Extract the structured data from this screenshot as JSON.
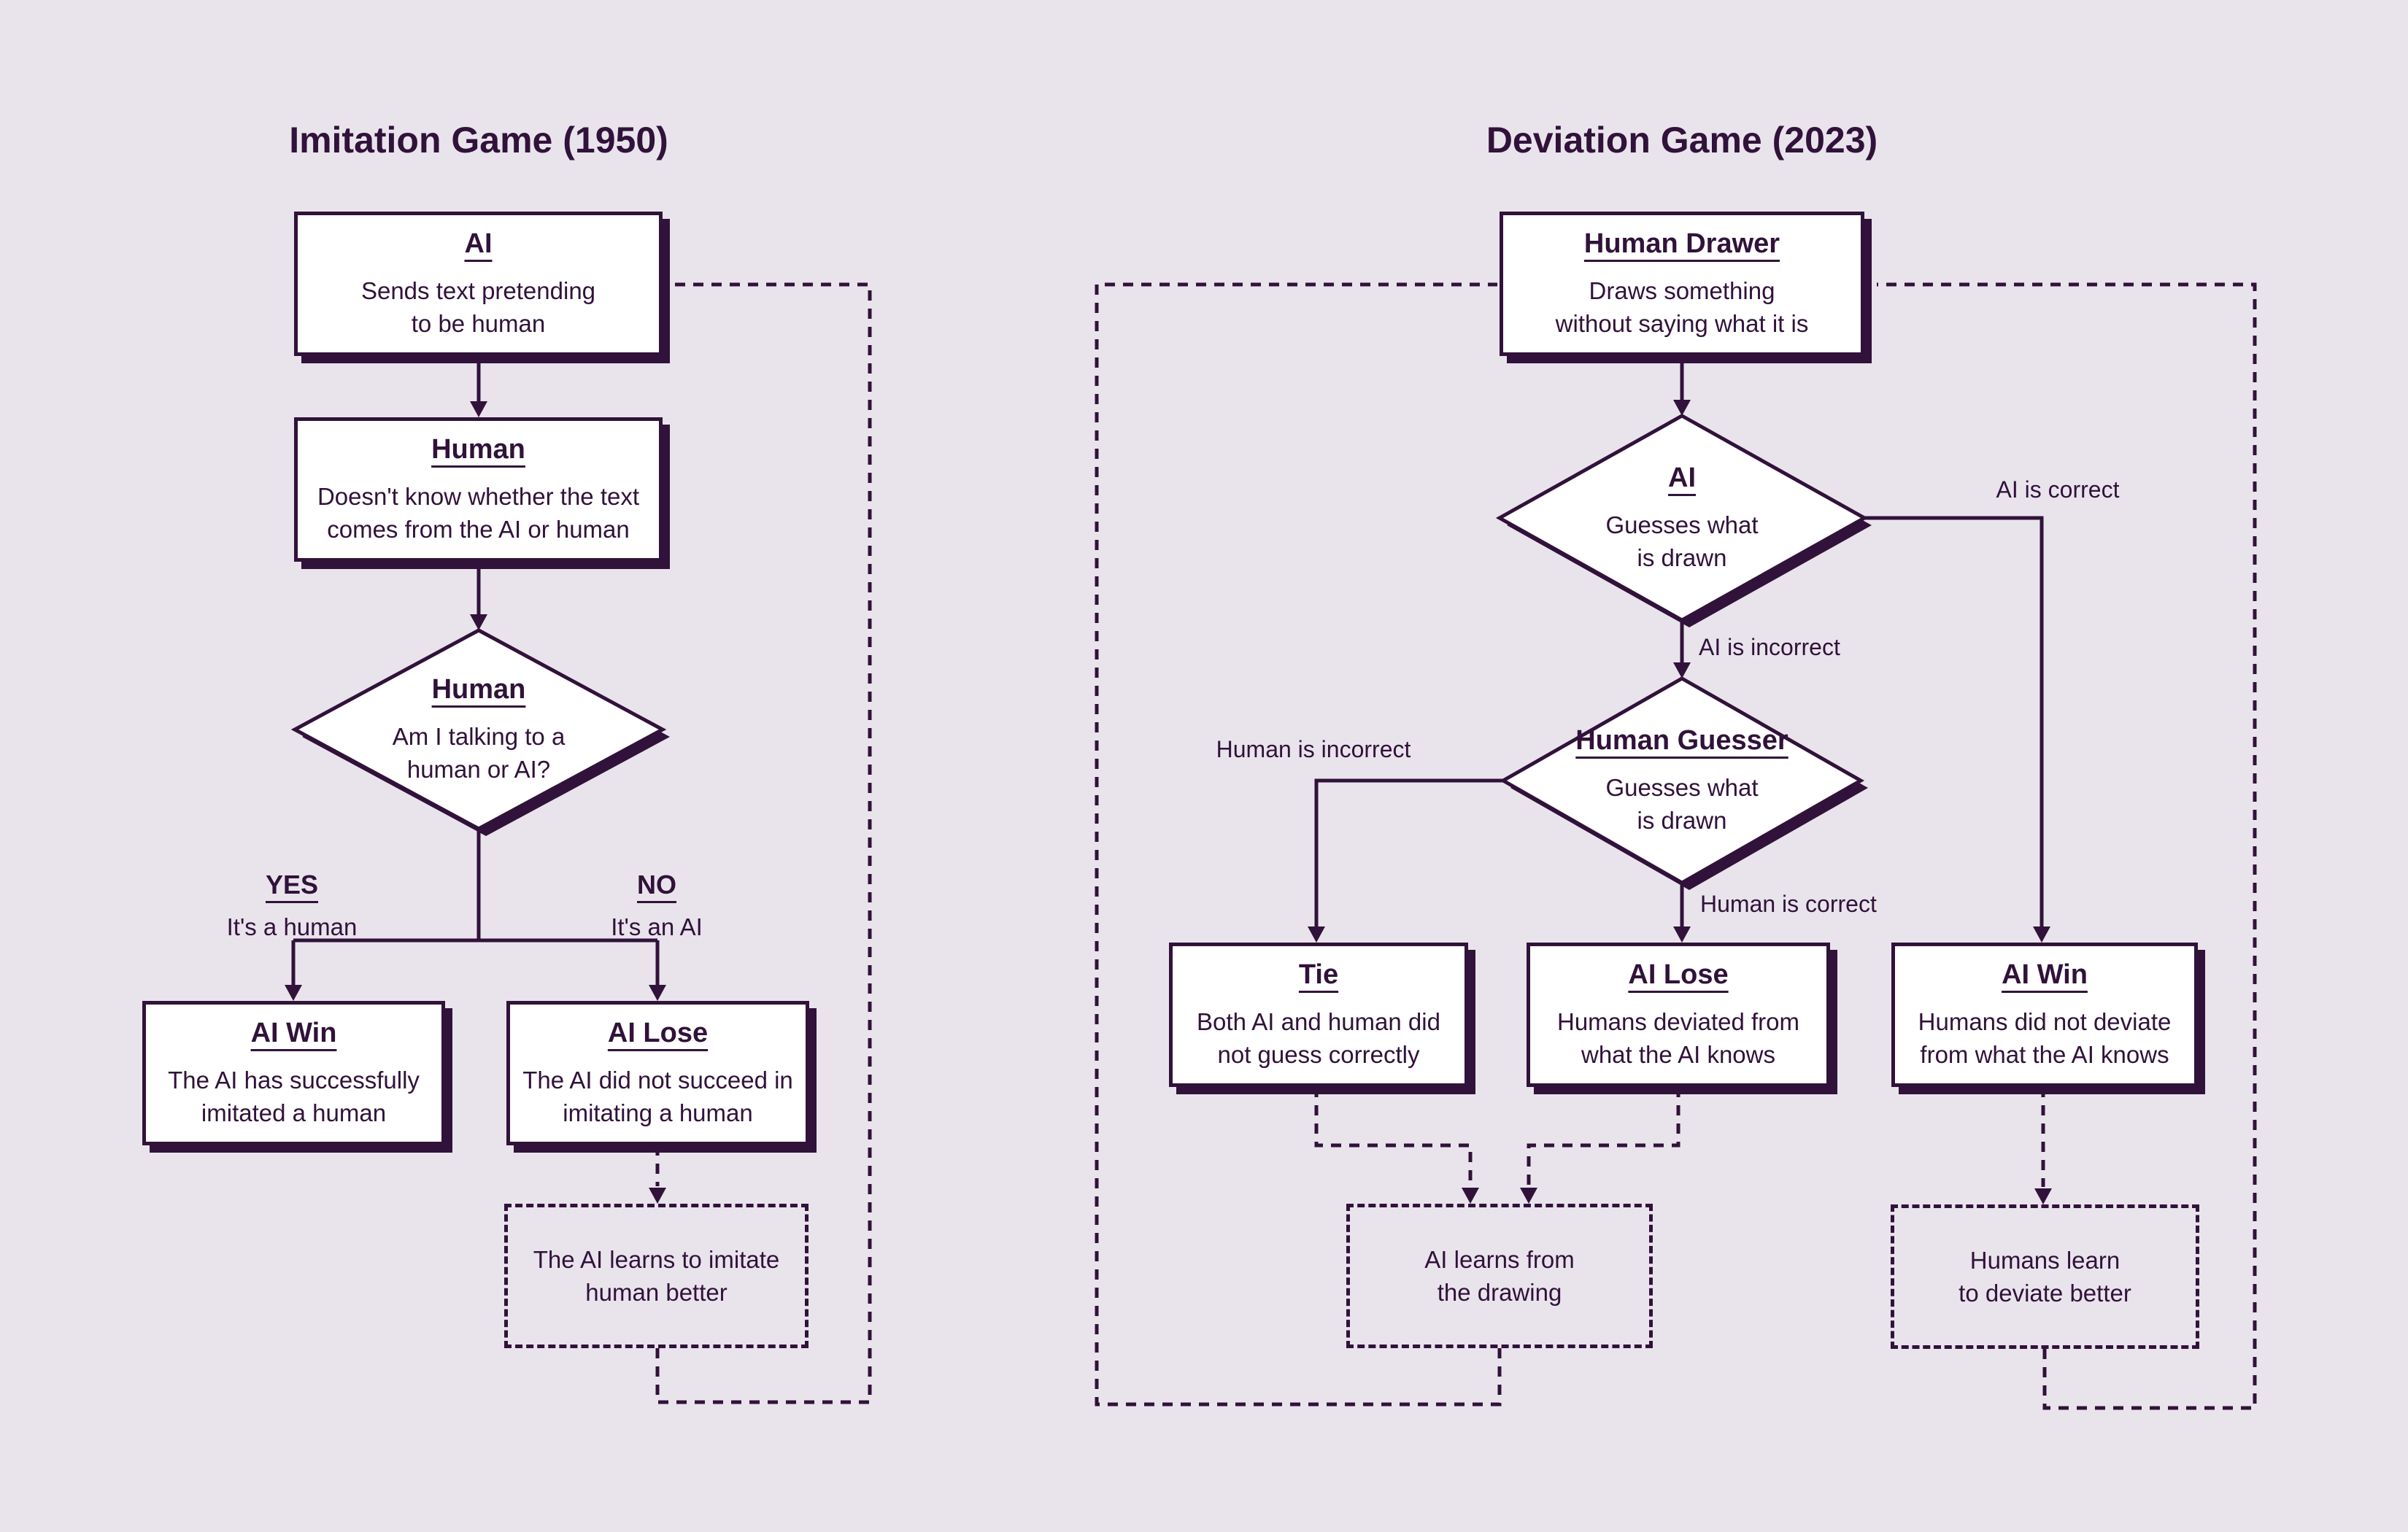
{
  "colors": {
    "background": "#e9e4ec",
    "ink": "#31123a",
    "box_fill": "#ffffff"
  },
  "left": {
    "title": "Imitation Game (1950)",
    "ai_box": {
      "heading": "AI",
      "body": "Sends text pretending\nto be human"
    },
    "human_box": {
      "heading": "Human",
      "body": "Doesn't know whether the text\ncomes from the AI or human"
    },
    "decision": {
      "heading": "Human",
      "body": "Am I talking to a\nhuman or AI?"
    },
    "yes": {
      "label": "YES",
      "caption": "It's a human"
    },
    "no": {
      "label": "NO",
      "caption": "It's an AI"
    },
    "ai_win": {
      "heading": "AI Win",
      "body": "The AI has successfully\nimitated a human"
    },
    "ai_lose": {
      "heading": "AI Lose",
      "body": "The AI did not succeed in\nimitating a human"
    },
    "feedback": {
      "body": "The AI learns to imitate\nhuman better"
    }
  },
  "right": {
    "title": "Deviation Game (2023)",
    "human_drawer": {
      "heading": "Human Drawer",
      "body": "Draws something\nwithout saying what it is"
    },
    "ai_guesser": {
      "heading": "AI",
      "body": "Guesses what\nis drawn"
    },
    "human_guesser": {
      "heading": "Human Guesser",
      "body": "Guesses what\nis drawn"
    },
    "labels": {
      "ai_correct": "AI is correct",
      "ai_incorrect": "AI is incorrect",
      "human_incorrect": "Human is incorrect",
      "human_correct": "Human is correct"
    },
    "tie": {
      "heading": "Tie",
      "body": "Both AI and human did\nnot guess correctly"
    },
    "ai_lose": {
      "heading": "AI Lose",
      "body": "Humans deviated from\nwhat the AI knows"
    },
    "ai_win": {
      "heading": "AI Win",
      "body": "Humans did not deviate\nfrom what the AI knows"
    },
    "ai_feedback": {
      "body": "AI learns from\nthe drawing"
    },
    "human_feedback": {
      "body": "Humans learn\nto deviate better"
    }
  }
}
